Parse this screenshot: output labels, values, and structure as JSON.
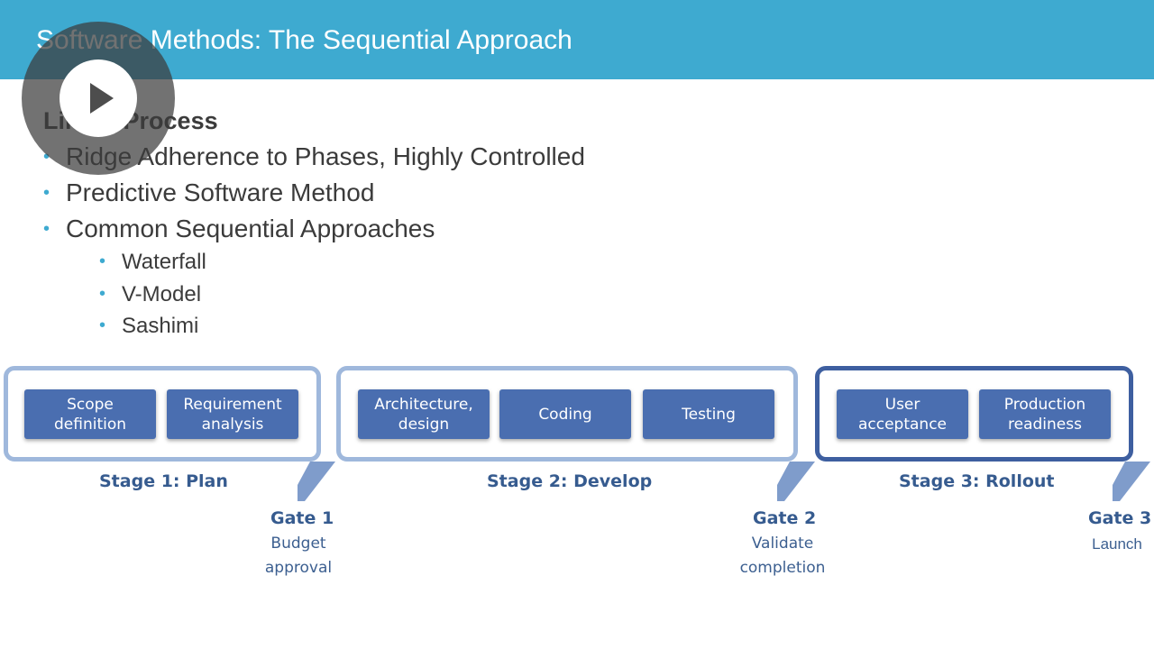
{
  "slide": {
    "title": "Software Methods: The Sequential Approach",
    "heading": "Linear Process",
    "bullets": [
      "Ridge Adherence to Phases, Highly Controlled",
      "Predictive Software Method",
      "Common Sequential Approaches"
    ],
    "sub_bullets": [
      "Waterfall",
      "V-Model",
      "Sashimi"
    ]
  },
  "diagram": {
    "stages": [
      {
        "label": "Stage 1: Plan",
        "steps": [
          "Scope\ndefinition",
          "Requirement\nanalysis"
        ]
      },
      {
        "label": "Stage 2: Develop",
        "steps": [
          "Architecture,\ndesign",
          "Coding",
          "Testing"
        ]
      },
      {
        "label": "Stage 3: Rollout",
        "steps": [
          "User\nacceptance",
          "Production\nreadiness"
        ]
      }
    ],
    "gates": [
      {
        "label": "Gate 1",
        "desc": "Budget\napproval"
      },
      {
        "label": "Gate 2",
        "desc": "Validate\ncompletion"
      },
      {
        "label": "Gate 3",
        "desc": "Launch"
      }
    ]
  },
  "colors": {
    "header": "#3eaad0",
    "step_fill": "#4a6eb0",
    "stage_border_light": "#9fb8dc",
    "stage_border_dark": "#3e5fa0",
    "label": "#365b8f"
  },
  "overlay": {
    "icon": "play-icon"
  }
}
